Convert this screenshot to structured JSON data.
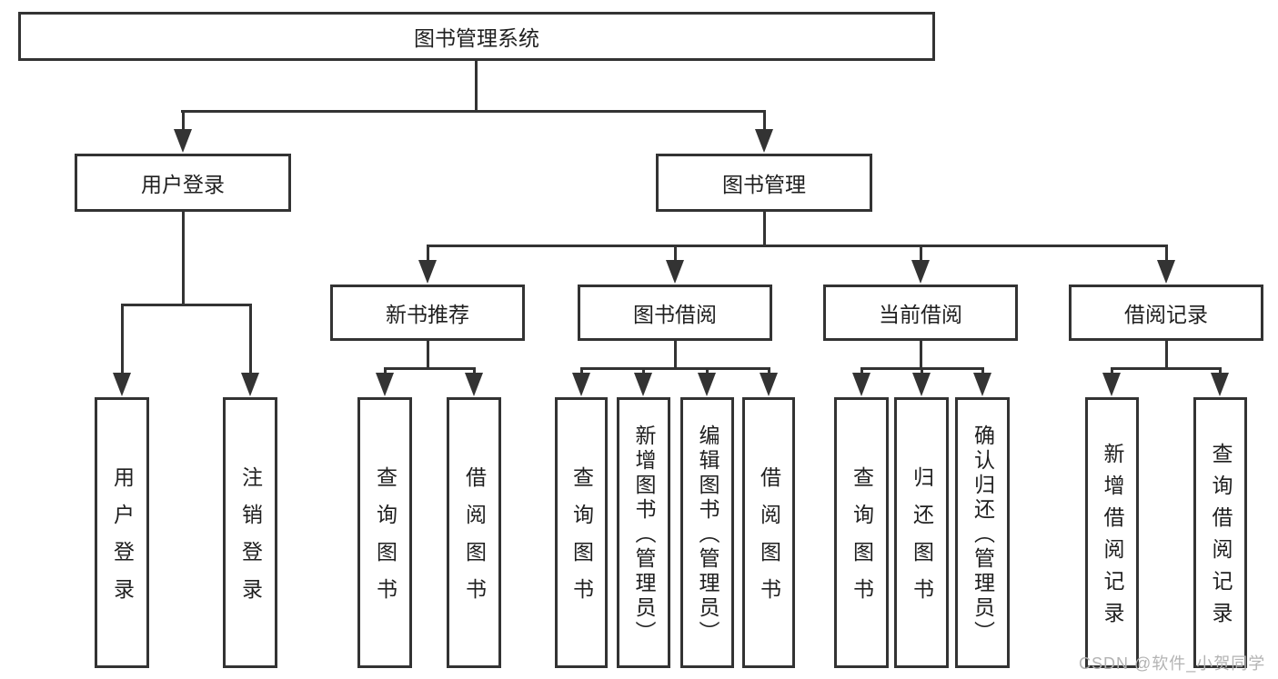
{
  "diagram": {
    "title": "图书管理系统",
    "tree": {
      "label": "图书管理系统",
      "children": [
        {
          "label": "用户登录",
          "children": [
            {
              "label": "用户登录"
            },
            {
              "label": "注销登录"
            }
          ]
        },
        {
          "label": "图书管理",
          "children": [
            {
              "label": "新书推荐",
              "children": [
                {
                  "label": "查询图书"
                },
                {
                  "label": "借阅图书"
                }
              ]
            },
            {
              "label": "图书借阅",
              "children": [
                {
                  "label": "查询图书"
                },
                {
                  "label": "新增图书（管理员）"
                },
                {
                  "label": "编辑图书（管理员）"
                },
                {
                  "label": "借阅图书"
                }
              ]
            },
            {
              "label": "当前借阅",
              "children": [
                {
                  "label": "查询图书"
                },
                {
                  "label": "归还图书"
                },
                {
                  "label": "确认归还（管理员）"
                }
              ]
            },
            {
              "label": "借阅记录",
              "children": [
                {
                  "label": "新增借阅记录"
                },
                {
                  "label": "查询借阅记录"
                }
              ]
            }
          ]
        }
      ]
    },
    "colors": {
      "line": "#333333",
      "text": "#1f1f1f",
      "background": "#ffffff",
      "watermark": "#b3b3b3"
    }
  },
  "watermark": {
    "text": "CSDN @软件_小贺同学"
  }
}
